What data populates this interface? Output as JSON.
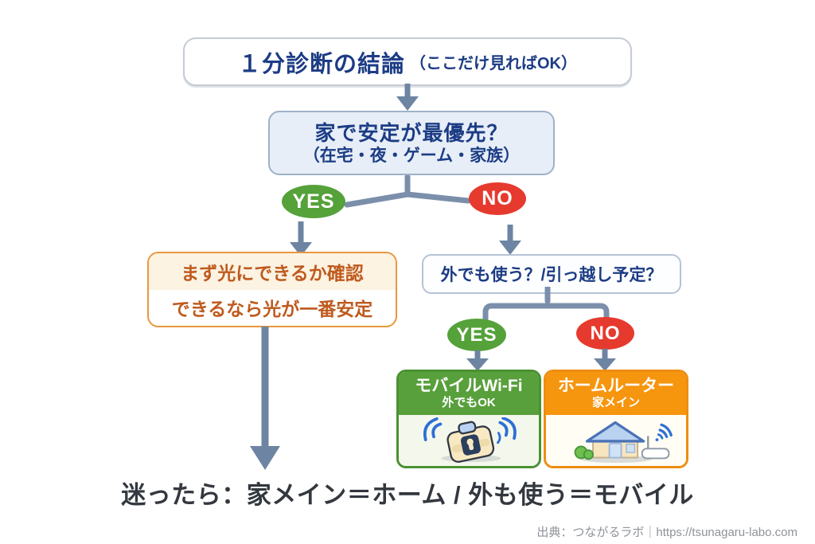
{
  "palette": {
    "navy_text": "#1c3c85",
    "connector_gray_blue": "#7b8fab",
    "arrow_gray_blue": "#6d84a2",
    "yes_green": "#55a13a",
    "no_red": "#e63a2e",
    "fiber_text_orange": "#bf5a1e",
    "fiber_border_orange": "#e9973f",
    "mobile_card_green": "#58a03c",
    "home_card_orange": "#f6950e",
    "conclusion_gray": "#33383f",
    "footer_gray": "#8f9298",
    "wifi_wave_blue": "#2e6fd6"
  },
  "title": {
    "main": "１分診断の結論",
    "sub": "（ここだけ見ればOK）"
  },
  "question1": {
    "line1": "家で安定が最優先？",
    "line2": "（在宅・夜・ゲーム・家族）"
  },
  "branch1": {
    "yes": "YES",
    "no": "NO"
  },
  "fiber_box": {
    "line1": "まず光にできるか確認",
    "line2": "できるなら光が一番安定"
  },
  "question2": {
    "text": "外でも使う？/引っ越し予定？"
  },
  "branch2": {
    "yes": "YES",
    "no": "NO"
  },
  "mobile_card": {
    "title": "モバイルWi-Fi",
    "subtitle": "外でもOK",
    "icon": "mobile-wifi-router-with-signal-waves"
  },
  "home_card": {
    "title": "ホームルーター",
    "subtitle": "家メイン",
    "icon": "house-with-home-router-and-wifi"
  },
  "conclusion": {
    "text": "迷ったら：家メイン＝ホーム / 外も使う＝モバイル"
  },
  "footer": {
    "text": "出典：つながるラボ｜https://tsunagaru-labo.com"
  }
}
